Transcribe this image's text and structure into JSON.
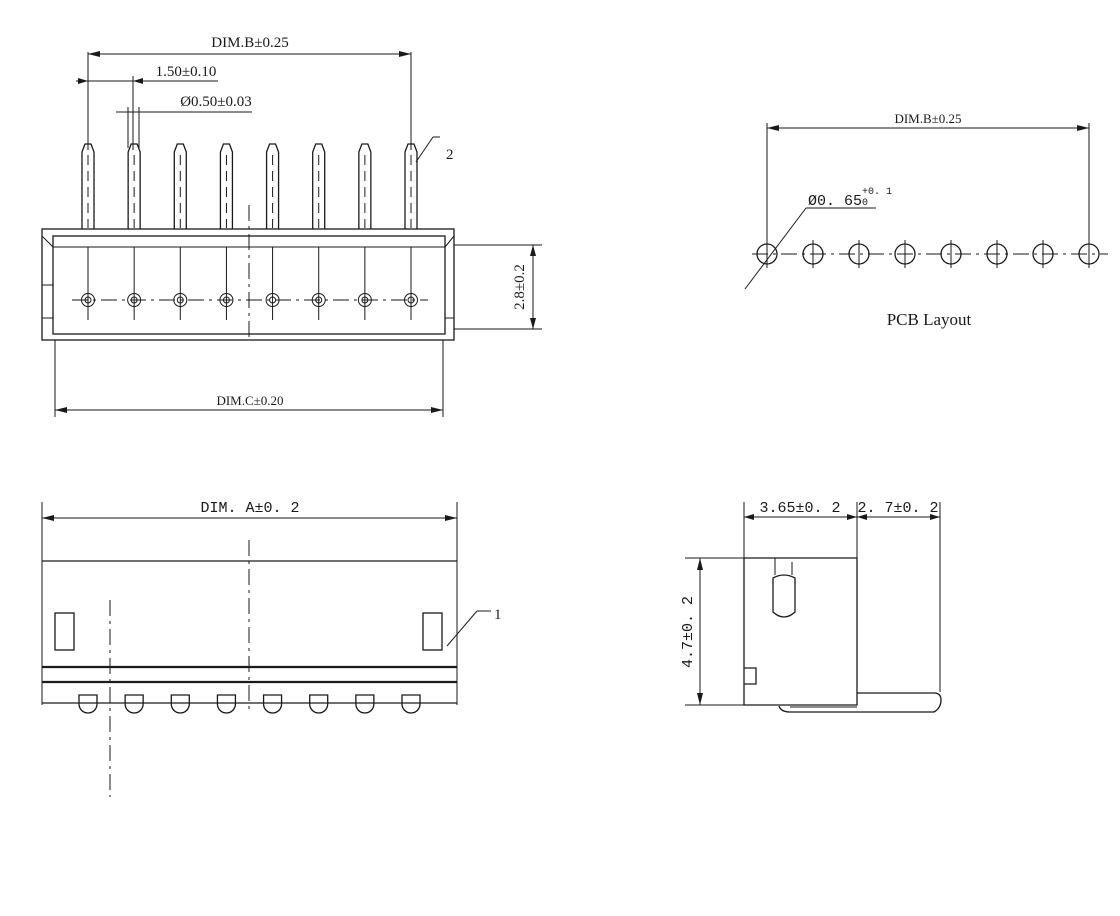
{
  "front_view": {
    "dim_b": "DIM.B±0.25",
    "pitch": "1.50±0.10",
    "pin_dia": "Ø0.50±0.03",
    "callout": "2",
    "height": "2.8±0.2",
    "dim_c": "DIM.C±0.20"
  },
  "pcb_layout": {
    "dim_b": "DIM.B±0.25",
    "hole_dia": "Ø0. 65",
    "tol_plus": "+0. 1",
    "tol_zero": "0",
    "caption": "PCB Layout"
  },
  "bottom_view": {
    "dim_a": "DIM. A±0. 2",
    "callout": "1"
  },
  "side_view": {
    "depth": "3.65±0. 2",
    "pin_len": "2. 7±0. 2",
    "height": "4.7±0. 2"
  },
  "pin_count": 8
}
